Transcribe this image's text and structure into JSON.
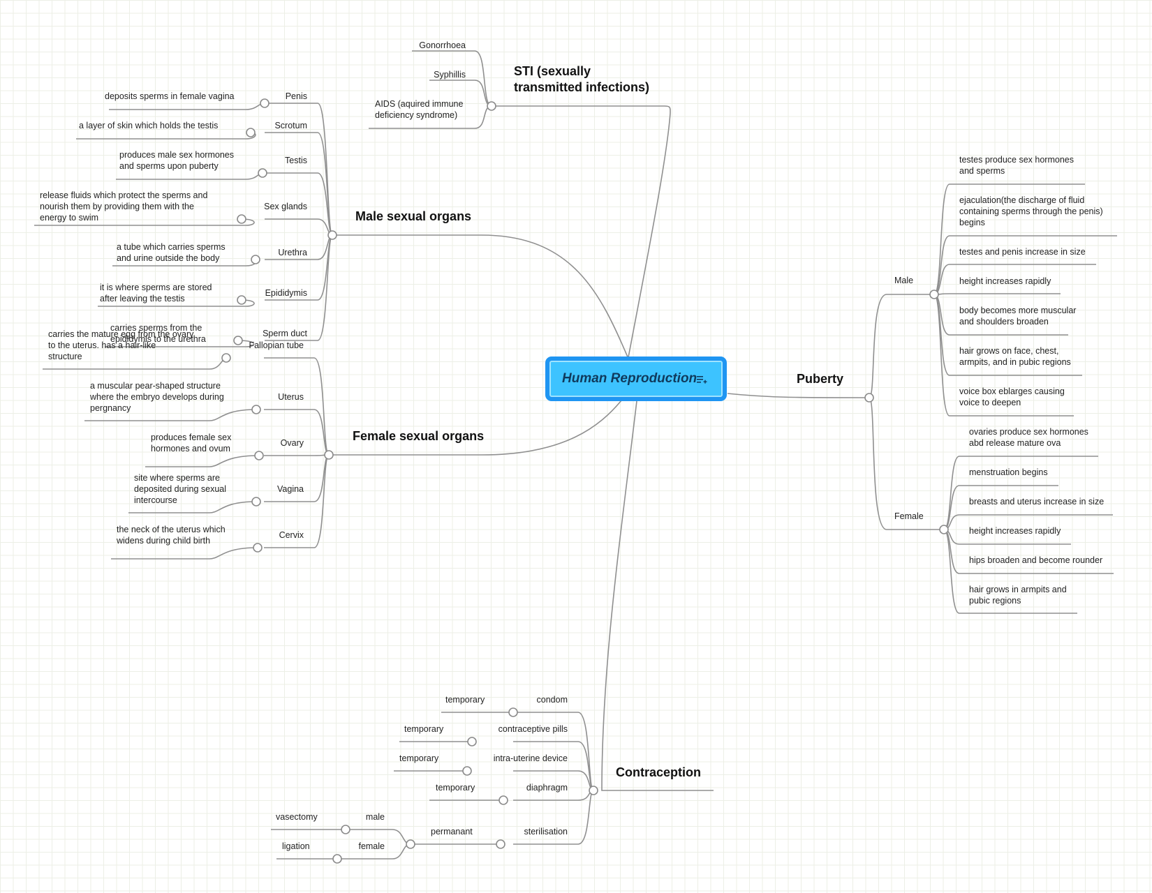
{
  "central": {
    "title": "Human Reproduction",
    "icon": "notes-icon"
  },
  "topics": {
    "sti": {
      "title": "STI (sexually\ntransmitted infections)",
      "items": [
        "Gonorrhoea",
        "Syphillis",
        "AIDS (aquired immune\ndeficiency syndrome)"
      ]
    },
    "male_organs": {
      "title": "Male sexual organs",
      "items": [
        {
          "name": "Penis",
          "detail": "deposits sperms in female vagina"
        },
        {
          "name": "Scrotum",
          "detail": "a layer of skin which holds the testis"
        },
        {
          "name": "Testis",
          "detail": "produces male sex hormones\nand sperms upon puberty"
        },
        {
          "name": "Sex glands",
          "detail": "release fluids which protect the sperms and\nnourish them by providing them with the\nenergy to swim"
        },
        {
          "name": "Urethra",
          "detail": "a tube which carries sperms\nand urine outside the body"
        },
        {
          "name": "Epididymis",
          "detail": "it is where sperms are stored\nafter leaving the testis"
        },
        {
          "name": "Sperm duct",
          "detail": "carries sperms from the\nepididymis to the urethra"
        }
      ]
    },
    "female_organs": {
      "title": "Female sexual organs",
      "items": [
        {
          "name": "Fallopian tube",
          "detail": "carries the mature egg from the ovary\nto the uterus. has a hair-like\nstructure"
        },
        {
          "name": "Uterus",
          "detail": "a muscular pear-shaped structure\nwhere the embryo develops during\npergnancy"
        },
        {
          "name": "Ovary",
          "detail": "produces female sex\nhormones and ovum"
        },
        {
          "name": "Vagina",
          "detail": "site where sperms are\ndeposited during sexual\nintercourse"
        },
        {
          "name": "Cervix",
          "detail": "the neck of the uterus which\nwidens during child birth"
        }
      ]
    },
    "puberty": {
      "title": "Puberty",
      "male": {
        "label": "Male",
        "items": [
          "testes produce sex hormones\nand sperms",
          "ejaculation(the discharge of fluid\ncontaining sperms through the penis)\nbegins",
          "testes and penis increase in size",
          "height increases rapidly",
          "body becomes more muscular\nand shoulders broaden",
          "hair grows on face, chest,\narmpits, and in pubic regions",
          "voice box eblarges causing\nvoice to deepen"
        ]
      },
      "female": {
        "label": "Female",
        "items": [
          "ovaries produce sex hormones\nabd release mature ova",
          "menstruation begins",
          "breasts and uterus increase in size",
          "height increases rapidly",
          "hips broaden and become rounder",
          "hair grows in armpits and\npubic regions"
        ]
      }
    },
    "contraception": {
      "title": "Contraception",
      "items": [
        {
          "name": "condom",
          "type": "temporary"
        },
        {
          "name": "contraceptive pills",
          "type": "temporary"
        },
        {
          "name": "intra-uterine device",
          "type": "temporary"
        },
        {
          "name": "diaphragm",
          "type": "temporary"
        },
        {
          "name": "sterilisation",
          "type": "permanant",
          "children": [
            {
              "name": "male",
              "method": "vasectomy"
            },
            {
              "name": "female",
              "method": "ligation"
            }
          ]
        }
      ]
    }
  },
  "colors": {
    "central_fill": "#3dc3ff",
    "central_border": "#1f95f2",
    "central_text": "#103a5c",
    "line": "#8f8f8f"
  }
}
